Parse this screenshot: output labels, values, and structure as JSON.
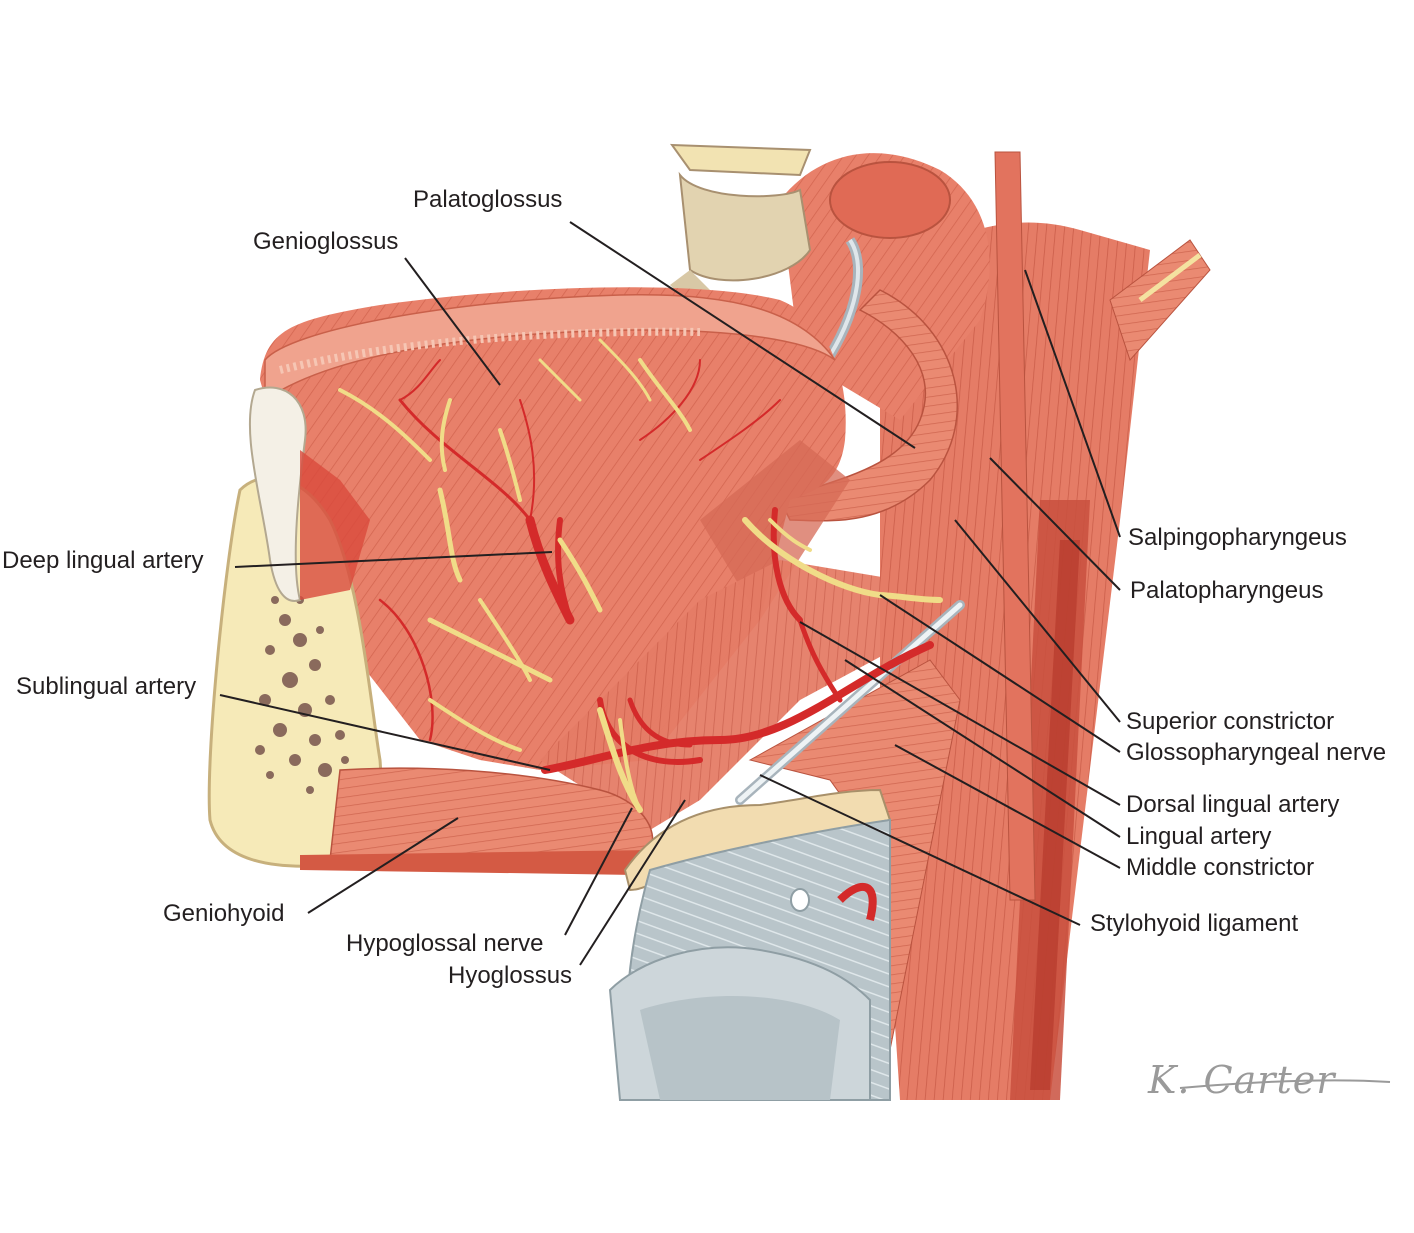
{
  "labels": {
    "palatoglossus": "Palatoglossus",
    "genioglossus": "Genioglossus",
    "deep_lingual_artery": "Deep lingual artery",
    "sublingual_artery": "Sublingual artery",
    "geniohyoid": "Geniohyoid",
    "hypoglossal_nerve": "Hypoglossal nerve",
    "hyoglossus": "Hyoglossus",
    "salpingopharyngeus": "Salpingopharyngeus",
    "palatopharyngeus": "Palatopharyngeus",
    "superior_constrictor": "Superior constrictor",
    "glossopharyngeal_nerve": "Glossopharyngeal nerve",
    "dorsal_lingual_artery": "Dorsal lingual artery",
    "lingual_artery": "Lingual artery",
    "middle_constrictor": "Middle constrictor",
    "stylohyoid_ligament": "Stylohyoid ligament"
  },
  "signature": "K. Carter",
  "colors": {
    "muscle": "#e8806a",
    "muscle_dark": "#c85a48",
    "muscle_light": "#f2a48e",
    "bone": "#f6eab8",
    "artery": "#d42a2a",
    "nerve": "#f0dc88",
    "cartilage": "#b8c4c8",
    "leader": "#231f20"
  }
}
